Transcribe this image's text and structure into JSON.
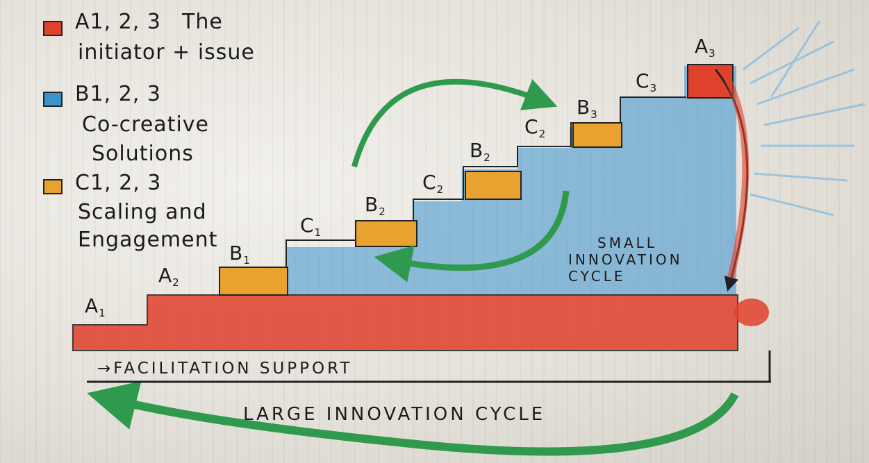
{
  "legend": [
    {
      "key": "A",
      "code": "A1, 2, 3",
      "line1": "The",
      "line2": "initiator + issue",
      "color": "#e0412c"
    },
    {
      "key": "B",
      "code": "B1, 2, 3",
      "line1": "Co-creative",
      "line2": "Solutions",
      "color": "#3a93cf"
    },
    {
      "key": "C",
      "code": "C1, 2, 3",
      "line1": "Scaling and",
      "line2": "Engagement",
      "color": "#e9a230"
    }
  ],
  "steps": {
    "a1": {
      "main": "A",
      "sub": "1"
    },
    "a2": {
      "main": "A",
      "sub": "2"
    },
    "a3": {
      "main": "A",
      "sub": "3"
    },
    "b1": {
      "main": "B",
      "sub": "1"
    },
    "b2a": {
      "main": "B",
      "sub": "2"
    },
    "b2b": {
      "main": "B",
      "sub": "2"
    },
    "b3": {
      "main": "B",
      "sub": "3"
    },
    "c1": {
      "main": "C",
      "sub": "1"
    },
    "c2a": {
      "main": "C",
      "sub": "2"
    },
    "c2b": {
      "main": "C",
      "sub": "2"
    },
    "c3": {
      "main": "C",
      "sub": "3"
    }
  },
  "small_cycle": [
    "SMALL",
    "INNOVATION",
    "CYCLE"
  ],
  "facilitation": "→FACILITATION SUPPORT",
  "large_cycle": "LARGE INNOVATION CYCLE",
  "colors": {
    "red": "#e0412c",
    "blue": "#3a93cf",
    "orange": "#e9a230",
    "green": "#2f9a4d",
    "ink": "#1b1b1b"
  }
}
